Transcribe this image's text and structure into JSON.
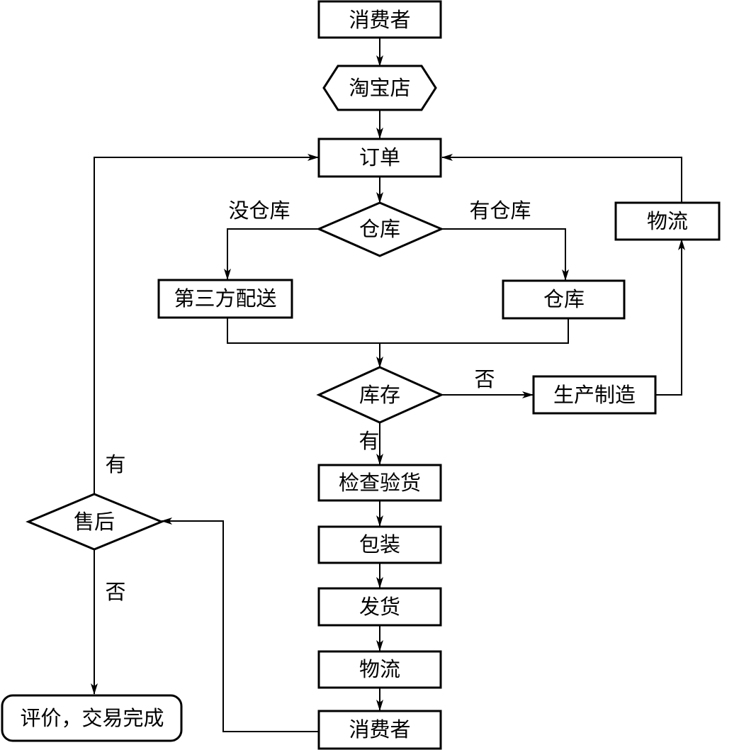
{
  "nodes": {
    "consumer_top": "消费者",
    "taobao_store": "淘宝店",
    "order": "订单",
    "warehouse_decision": "仓库",
    "logistics_right": "物流",
    "third_party_delivery": "第三方配送",
    "warehouse_box": "仓库",
    "inventory_decision": "库存",
    "manufacturing": "生产制造",
    "inspection": "检查验货",
    "packaging": "包装",
    "shipping": "发货",
    "logistics_center": "物流",
    "consumer_bottom": "消费者",
    "after_sales_decision": "售后",
    "review_complete": "评价，交易完成"
  },
  "edge_labels": {
    "no_warehouse": "没仓库",
    "has_warehouse": "有仓库",
    "inventory_no": "否",
    "inventory_yes": "有",
    "after_sales_yes": "有",
    "after_sales_no": "否"
  }
}
